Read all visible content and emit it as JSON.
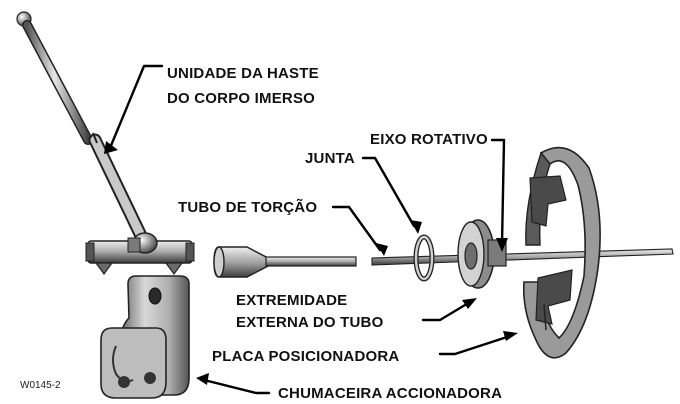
{
  "figure": {
    "id": "W0145-2",
    "labels": {
      "rod": "UNIDADE DA HASTE",
      "rod_line2": "DO CORPO IMERSO",
      "gasket": "JUNTA",
      "shaft": "EIXO ROTATIVO",
      "torque_tube": "TUBO DE TORÇÃO",
      "tube_end_line1": "EXTREMIDADE",
      "tube_end_line2": "EXTERNA DO TUBO",
      "plate": "PLACA POSICIONADORA",
      "bearing": "CHUMACEIRA ACCIONADORA"
    }
  },
  "colors": {
    "metal_light": "#d9d9d9",
    "metal_mid": "#9a9a9a",
    "metal_dark": "#3c3c3c",
    "ink": "#000000"
  }
}
